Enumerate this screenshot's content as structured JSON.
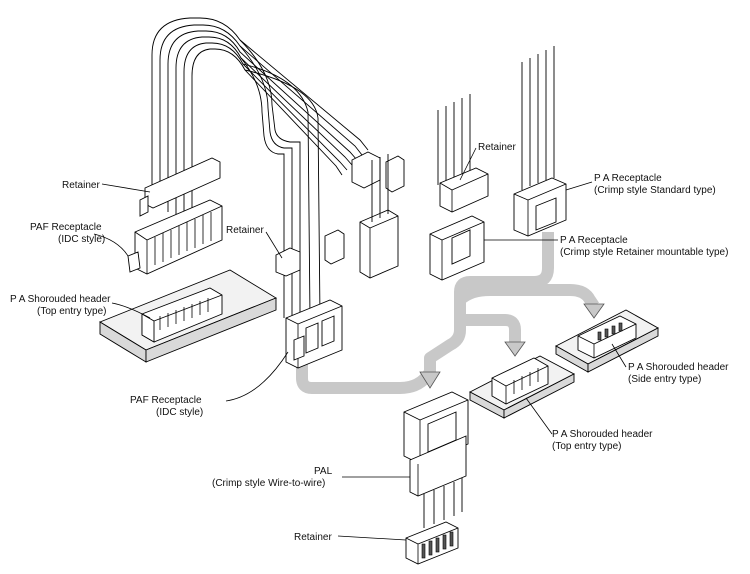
{
  "labels": {
    "retainer_top_left": "Retainer",
    "paf_receptacle_top": "PAF Receptacle",
    "paf_receptacle_top_sub": "(IDC style)",
    "pa_header_left": "P A Shorouded header",
    "pa_header_left_sub": "(Top entry type)",
    "retainer_middle": "Retainer",
    "retainer_right": "Retainer",
    "pa_receptacle_standard": "P A Receptacle",
    "pa_receptacle_standard_sub": "(Crimp style Standard type)",
    "pa_receptacle_retainer": "P A Receptacle",
    "pa_receptacle_retainer_sub": "(Crimp style Retainer mountable type)",
    "pa_header_side": "P A Shorouded header",
    "pa_header_side_sub": "(Side entry type)",
    "paf_receptacle_bottom": "PAF Receptacle",
    "paf_receptacle_bottom_sub": "(IDC style)",
    "pa_header_top": "P A Shorouded header",
    "pa_header_top_sub": "(Top entry type)",
    "pal": "PAL",
    "pal_sub": "(Crimp style Wire-to-wire)",
    "retainer_bottom": "Retainer"
  },
  "colors": {
    "line": "#000000",
    "flow_arrow": "#c8c8c8",
    "board": "#f2f2f2"
  }
}
